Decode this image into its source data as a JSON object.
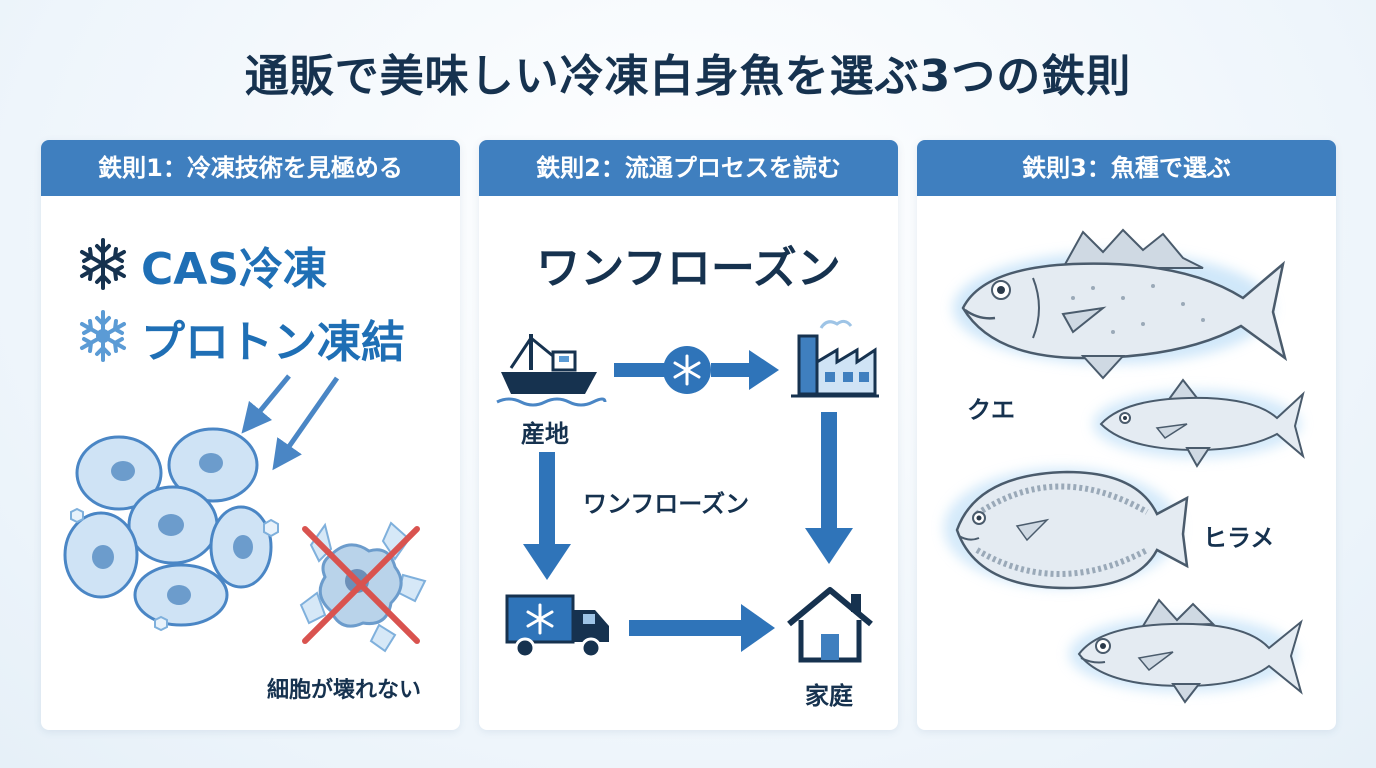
{
  "title": "通販で美味しい冷凍白身魚を選ぶ3つの鉄則",
  "rules": [
    {
      "header": "鉄則1：冷凍技術を見極める",
      "methods": [
        "CAS冷凍",
        "プロトン凍結"
      ],
      "caption": "細胞が壊れない"
    },
    {
      "header": "鉄則2：流通プロセスを読む",
      "heading": "ワンフローズン",
      "nodes": {
        "origin": "産地",
        "home": "家庭"
      },
      "center_label": "ワンフローズン"
    },
    {
      "header": "鉄則3：魚種で選ぶ",
      "fish": [
        "クエ",
        "ヒラメ"
      ]
    }
  ],
  "colors": {
    "header_bg": "#3f7fbf",
    "accent_blue": "#1f6fb5",
    "navy": "#16324f",
    "cross_red": "#d9534f"
  },
  "icons": [
    "snowflake-icon",
    "ship-icon",
    "factory-icon",
    "truck-icon",
    "house-icon",
    "arrow-icon",
    "cross-mark-icon",
    "cell-icon",
    "ice-crystal-icon",
    "fish-icon"
  ]
}
